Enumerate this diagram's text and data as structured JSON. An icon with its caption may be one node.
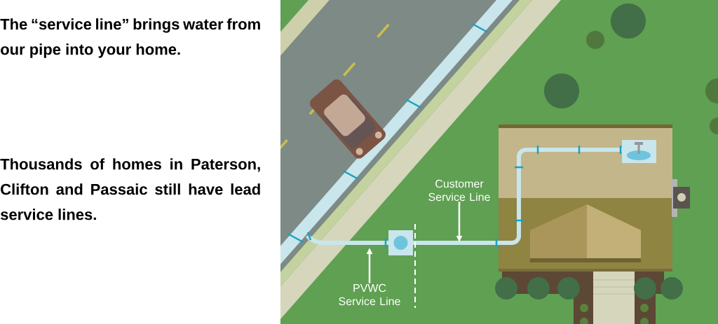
{
  "diagram": {
    "nodes": [
      {
        "text": [
          "Customer Service Line"
        ]
      },
      {
        "text": [
          "PVWC Service Line"
        ]
      }
    ],
    "edges": [
      {
        "from": 0,
        "to": null,
        "arrow": "to"
      },
      {
        "from": 1,
        "to": null,
        "arrow": "to"
      }
    ],
    "labels": [
      "The “service line” brings water from our pipe into your home.",
      "Thousands of homes in Paterson, Clifton and Passaic still have lead service lines."
    ]
  }
}
